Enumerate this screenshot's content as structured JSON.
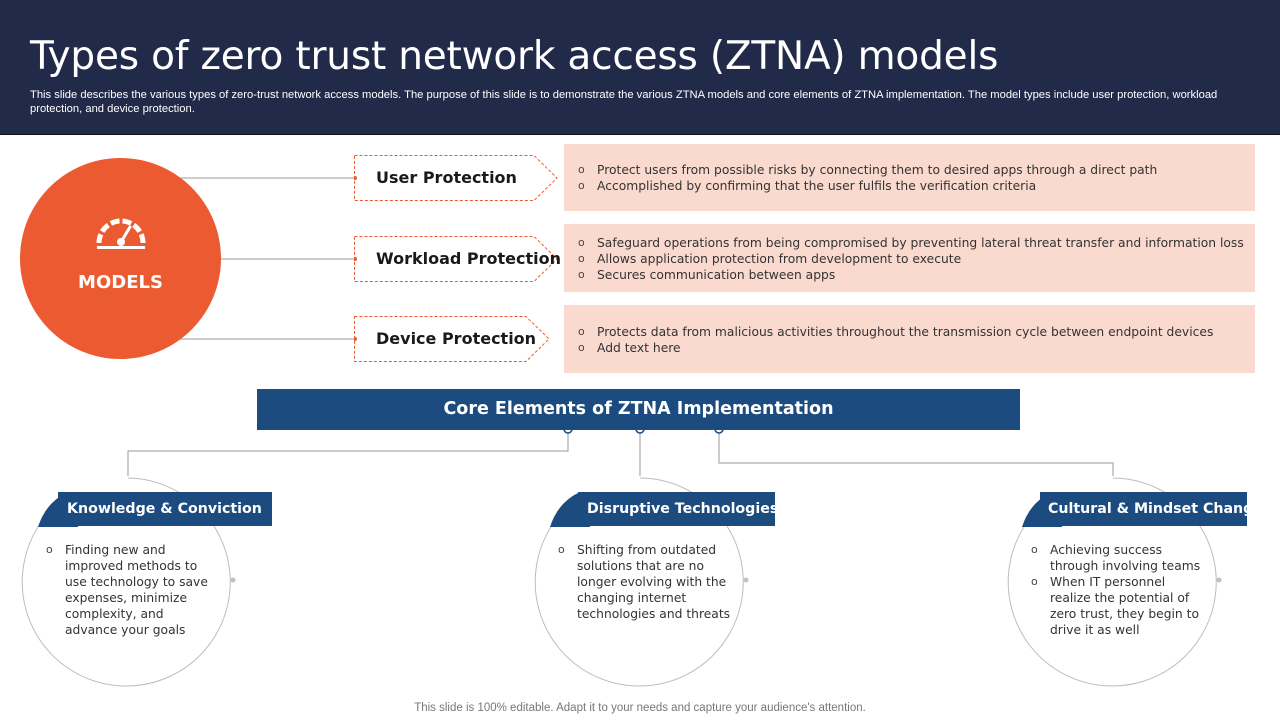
{
  "header": {
    "title": "Types of zero trust network access (ZTNA) models",
    "subtitle": "This slide describes the various types of zero-trust network access models. The purpose of this slide is to demonstrate the various ZTNA models and core elements of ZTNA implementation. The model types include user protection, workload protection, and device protection."
  },
  "models": {
    "label": "MODELS",
    "icon": "gauge-icon",
    "color": "#eb5a30"
  },
  "protections": [
    {
      "label": "User Protection",
      "points": [
        "Protect users from possible risks by connecting them to desired apps through  a direct path",
        "Accomplished by confirming  that the user fulfils the verification  criteria"
      ]
    },
    {
      "label": "Workload Protection",
      "points": [
        "Safeguard  operations from being compromised  by preventing  lateral threat transfer and information loss",
        "Allows application protection from development  to execute",
        "Secures communication between apps"
      ]
    },
    {
      "label": "Device Protection",
      "points": [
        "Protects data from malicious activities throughout  the transmission cycle between endpoint devices",
        "Add text here"
      ]
    }
  ],
  "core": {
    "title": "Core Elements of ZTNA Implementation",
    "color": "#1c4b80",
    "elements": [
      {
        "title": "Knowledge & Conviction",
        "points": [
          "Finding new and improved  methods to use technology to save expenses, minimize complexity, and advance  your goals"
        ]
      },
      {
        "title": "Disruptive Technologies",
        "points": [
          "Shifting from outdated solutions that are no longer evolving  with the changing internet technologies and threats"
        ]
      },
      {
        "title": "Cultural & Mindset Change",
        "points": [
          "Achieving success through involving  teams",
          "When IT personnel realize the potential of zero trust, they begin to drive  it as well"
        ]
      }
    ]
  },
  "footer": {
    "note": "This slide is 100% editable. Adapt it to your needs and capture your audience's attention."
  }
}
